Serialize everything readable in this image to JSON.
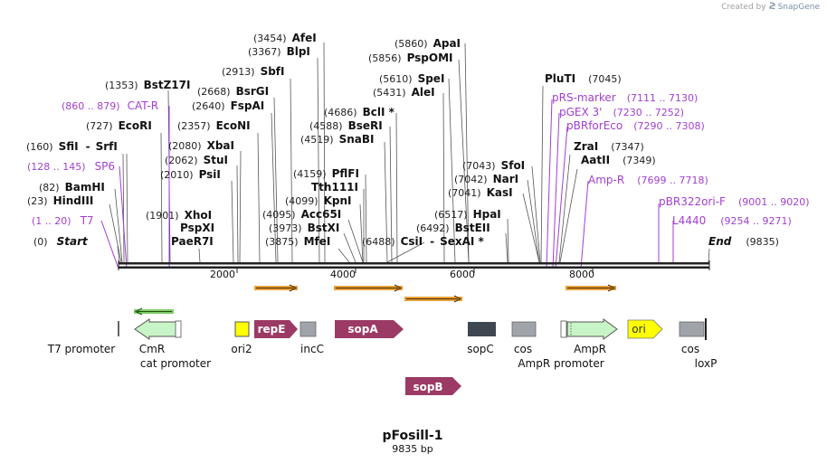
{
  "credit": {
    "prefix": "Created by",
    "brand": "SnapGene"
  },
  "plasmid": {
    "name": "pFosill-1",
    "length_label": "9835 bp"
  },
  "ruler": {
    "ticks": [
      "2000",
      "4000",
      "6000",
      "8000"
    ]
  },
  "sites": [
    {
      "pos": "(0)",
      "name": "Start",
      "italic": true
    },
    {
      "pos": "(23)",
      "name": "HindIII"
    },
    {
      "pos": "(82)",
      "name": "BamHI"
    },
    {
      "pos": "(160)",
      "name": "SfiI",
      "sep": "-",
      "name2": "SrfI"
    },
    {
      "pos": "(727)",
      "name": "EcoRI"
    },
    {
      "pos": "(1353)",
      "name": "BstZ17I"
    },
    {
      "pos": "(1901)",
      "name": "XhoI"
    },
    {
      "name": "PspXI"
    },
    {
      "name": "PaeR7I"
    },
    {
      "pos": "(2010)",
      "name": "PsiI"
    },
    {
      "pos": "(2062)",
      "name": "StuI"
    },
    {
      "pos": "(2080)",
      "name": "XbaI"
    },
    {
      "pos": "(2357)",
      "name": "EcoNI"
    },
    {
      "pos": "(2640)",
      "name": "FspAI"
    },
    {
      "pos": "(2668)",
      "name": "BsrGI"
    },
    {
      "pos": "(2913)",
      "name": "SbfI"
    },
    {
      "pos": "(3367)",
      "name": "BlpI"
    },
    {
      "pos": "(3454)",
      "name": "AfeI"
    },
    {
      "pos": "(3875)",
      "name": "MfeI"
    },
    {
      "pos": "(3973)",
      "name": "BstXI"
    },
    {
      "pos": "(4095)",
      "name": "Acc65I"
    },
    {
      "pos": "(4099)",
      "name": "KpnI"
    },
    {
      "name": "Tth111I"
    },
    {
      "pos": "(4159)",
      "name": "PflFI"
    },
    {
      "pos": "(4519)",
      "name": "SnaBI"
    },
    {
      "pos": "(4588)",
      "name": "BseRI"
    },
    {
      "pos": "(4686)",
      "name": "BclI *"
    },
    {
      "pos": "(6488)",
      "name": "CsiI",
      "sep": "-",
      "name2": "SexAI *"
    },
    {
      "pos": "(5431)",
      "name": "AleI"
    },
    {
      "pos": "(5610)",
      "name": "SpeI"
    },
    {
      "pos": "(5856)",
      "name": "PspOMI"
    },
    {
      "pos": "(5860)",
      "name": "ApaI"
    },
    {
      "pos": "(6492)",
      "name": "BstEII"
    },
    {
      "pos": "(6517)",
      "name": "HpaI"
    },
    {
      "pos": "(7041)",
      "name": "KasI"
    },
    {
      "pos": "(7042)",
      "name": "NarI"
    },
    {
      "pos": "(7043)",
      "name": "SfoI"
    },
    {
      "name": "PluTI",
      "pos_after": "(7045)"
    },
    {
      "name": "ZraI",
      "pos_after": "(7347)"
    },
    {
      "name": "AatII",
      "pos_after": "(7349)"
    },
    {
      "name": "End",
      "italic": true,
      "pos_after": "(9835)"
    }
  ],
  "primers": [
    {
      "name": "T7",
      "range": "(1 .. 20)"
    },
    {
      "name": "SP6",
      "range": "(128 .. 145)"
    },
    {
      "name": "CAT-R",
      "range": "(860 .. 879)"
    },
    {
      "name": "pRS-marker",
      "range": "(7111 .. 7130)"
    },
    {
      "name": "pGEX 3'",
      "range": "(7230 .. 7252)"
    },
    {
      "name": "pBRforEco",
      "range": "(7290 .. 7308)"
    },
    {
      "name": "Amp-R",
      "range": "(7699 .. 7718)"
    },
    {
      "name": "pBR322ori-F",
      "range": "(9001 .. 9020)"
    },
    {
      "name": "L4440",
      "range": "(9254 .. 9271)"
    }
  ],
  "features": [
    {
      "name": "T7 promoter"
    },
    {
      "name": "CmR"
    },
    {
      "name": "cat promoter"
    },
    {
      "name": "ori2"
    },
    {
      "name": "repE"
    },
    {
      "name": "incC"
    },
    {
      "name": "sopA"
    },
    {
      "name": "sopB"
    },
    {
      "name": "sopC"
    },
    {
      "name": "cos"
    },
    {
      "name": "AmpR"
    },
    {
      "name": "AmpR promoter"
    },
    {
      "name": "ori"
    },
    {
      "name": "cos"
    },
    {
      "name": "loxP"
    }
  ],
  "colors": {
    "primer": "#a23fd0",
    "repE": "#9b3a64",
    "sop": "#9b3a64",
    "cmr": "#c8f5c8",
    "ori": "#ffff00",
    "grey": "#a0a4aa",
    "sopC": "#3f4751",
    "orf": "#e8a23a"
  }
}
